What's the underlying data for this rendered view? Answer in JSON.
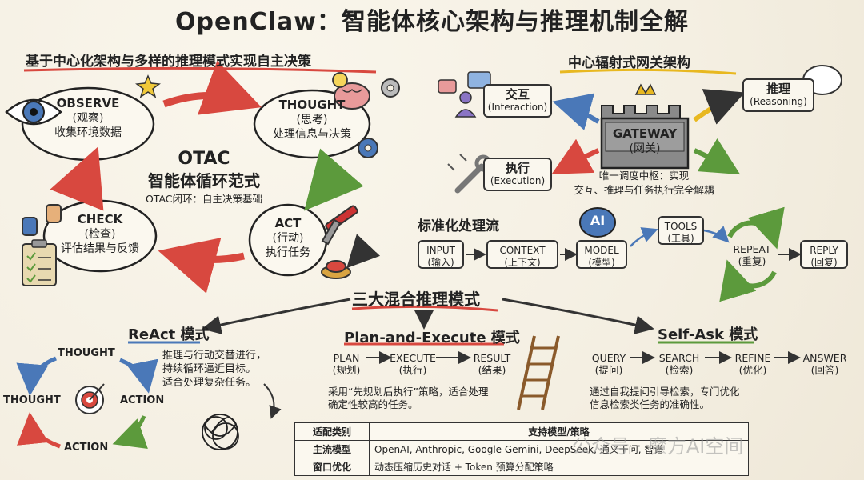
{
  "title": "OpenClaw：智能体核心架构与推理机制全解",
  "left_section": {
    "subtitle": "基于中心化架构与多样的推理模式实现自主决策",
    "center_title": "OTAC",
    "center_subtitle": "智能体循环范式",
    "center_note": "OTAC闭环：自主决策基础",
    "observe": {
      "en": "OBSERVE",
      "cn": "(观察)",
      "desc": "收集环境数据"
    },
    "thought": {
      "en": "THOUGHT",
      "cn": "(思考)",
      "desc": "处理信息与决策"
    },
    "act": {
      "en": "ACT",
      "cn": "(行动)",
      "desc": "执行任务"
    },
    "check": {
      "en": "CHECK",
      "cn": "(检查)",
      "desc": "评估结果与反馈"
    }
  },
  "gateway_section": {
    "subtitle": "中心辐射式网关架构",
    "gateway": {
      "en": "GATEWAY",
      "cn": "(网关)"
    },
    "interaction": {
      "cn": "交互",
      "en": "(Interaction)"
    },
    "reasoning": {
      "cn": "推理",
      "en": "(Reasoning)"
    },
    "execution": {
      "cn": "执行",
      "en": "(Execution)"
    },
    "note_line1": "唯一调度中枢：实现",
    "note_line2": "交互、推理与任务执行完全解耦"
  },
  "pipeline": {
    "title": "标准化处理流",
    "ai_label": "AI",
    "steps": [
      {
        "en": "INPUT",
        "cn": "(输入)"
      },
      {
        "en": "CONTEXT",
        "cn": "(上下文)"
      },
      {
        "en": "MODEL",
        "cn": "(模型)"
      },
      {
        "en": "TOOLS",
        "cn": "(工具)"
      },
      {
        "en": "REPEAT",
        "cn": "(重复)"
      },
      {
        "en": "REPLY",
        "cn": "(回复)"
      }
    ]
  },
  "modes": {
    "title": "三大混合推理模式",
    "react": {
      "title": "ReAct 模式",
      "desc": [
        "推理与行动交替进行，",
        "持续循环逼近目标。",
        "适合处理复杂任务。"
      ],
      "cycle": [
        "THOUGHT",
        "ACTION",
        "ACTION",
        "THOUGHT"
      ]
    },
    "plan": {
      "title": "Plan-and-Execute 模式",
      "steps": [
        {
          "en": "PLAN",
          "cn": "(规划)"
        },
        {
          "en": "EXECUTE",
          "cn": "(执行)"
        },
        {
          "en": "RESULT",
          "cn": "(结果)"
        }
      ],
      "desc": [
        "采用“先规划后执行”策略，适合处理",
        "确定性较高的任务。"
      ]
    },
    "selfask": {
      "title": "Self-Ask 模式",
      "steps": [
        {
          "en": "QUERY",
          "cn": "(提问)"
        },
        {
          "en": "SEARCH",
          "cn": "(检索)"
        },
        {
          "en": "REFINE",
          "cn": "(优化)"
        },
        {
          "en": "ANSWER",
          "cn": "(回答)"
        }
      ],
      "desc": [
        "通过自我提问引导检索，专门优化",
        "信息检索类任务的准确性。"
      ]
    }
  },
  "table": {
    "headers": [
      "适配类别",
      "支持模型/策略"
    ],
    "rows": [
      [
        "主流模型",
        "OpenAI, Anthropic, Google Gemini, DeepSeek, 通义千问, 智谱"
      ],
      [
        "窗口优化",
        "动态压缩历史对话 + Token 预算分配策略"
      ]
    ]
  },
  "watermark": "公众号 · 魔方AI空间",
  "colors": {
    "red": "#d8483f",
    "blue": "#4a78b8",
    "green": "#5c9a3c",
    "ink": "#222222",
    "gold": "#e8b820"
  }
}
